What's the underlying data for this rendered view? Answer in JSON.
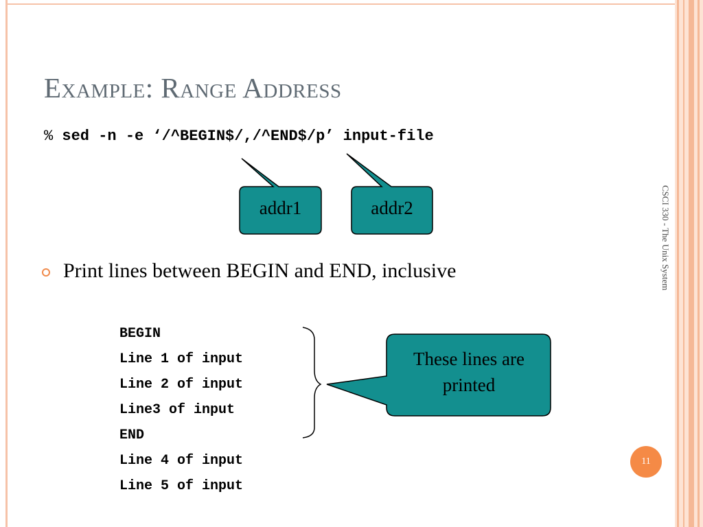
{
  "slide": {
    "title": "Example: Range Address",
    "command": {
      "prompt": "% ",
      "text": "sed -n -e ‘/^BEGIN$/,/^END$/p’ input-file"
    },
    "callouts": {
      "addr1": "addr1",
      "addr2": "addr2",
      "printed": "These lines are printed"
    },
    "bullet": "Print lines between BEGIN and END, inclusive",
    "input_lines": [
      "BEGIN",
      "Line 1 of input",
      "Line 2 of input",
      "Line3 of input",
      "END",
      "Line 4 of input",
      "Line 5 of input"
    ],
    "side_label": "CSCI 330 - The Unix System",
    "page_number": "11"
  },
  "colors": {
    "callout_fill": "#138f8f",
    "accent": "#f58a46",
    "title": "#5f6a73"
  }
}
